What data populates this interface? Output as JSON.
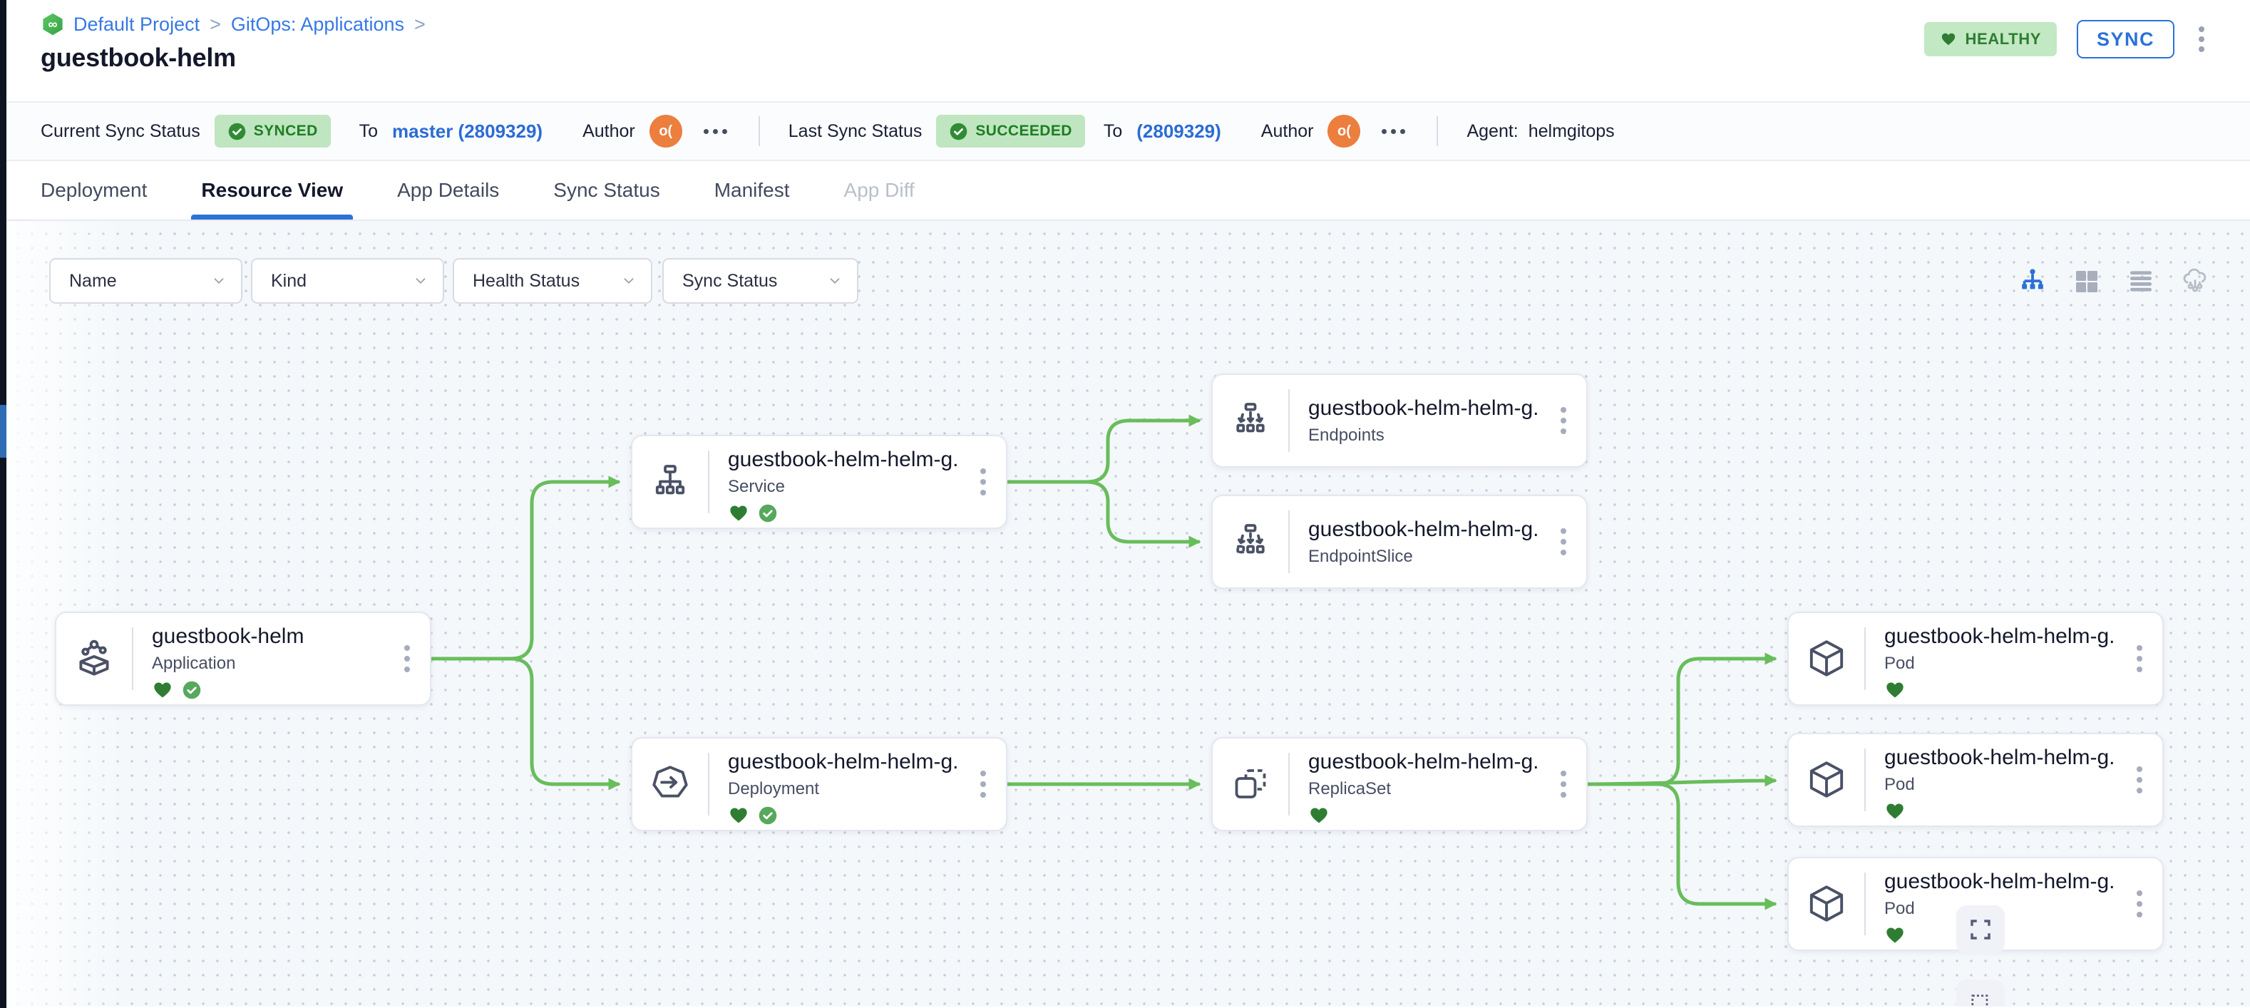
{
  "breadcrumb": {
    "project": "Default Project",
    "section": "GitOps: Applications",
    "separator": ">"
  },
  "page": {
    "title": "guestbook-helm"
  },
  "header": {
    "health_status": "HEALTHY",
    "sync_label": "SYNC"
  },
  "status_bar": {
    "current_label": "Current Sync Status",
    "current_value": "SYNCED",
    "to_label": "To",
    "current_revision": "master (2809329)",
    "author_label": "Author",
    "author_initials": "o(",
    "last_label": "Last Sync Status",
    "last_value": "SUCCEEDED",
    "last_revision": "(2809329)",
    "agent_label": "Agent:",
    "agent_value": "helmgitops"
  },
  "tabs": {
    "items": [
      {
        "label": "Deployment",
        "state": "normal"
      },
      {
        "label": "Resource View",
        "state": "active"
      },
      {
        "label": "App Details",
        "state": "normal"
      },
      {
        "label": "Sync Status",
        "state": "normal"
      },
      {
        "label": "Manifest",
        "state": "normal"
      },
      {
        "label": "App Diff",
        "state": "disabled"
      }
    ]
  },
  "filters": {
    "items": [
      {
        "label": "Name"
      },
      {
        "label": "Kind"
      },
      {
        "label": "Health Status"
      },
      {
        "label": "Sync Status"
      }
    ]
  },
  "view_modes": [
    "tree",
    "grid",
    "list",
    "cloud-map"
  ],
  "canvas": {
    "nodes": [
      {
        "title": "guestbook-helm",
        "kind": "Application",
        "healthy": true,
        "synced": true
      },
      {
        "title": "guestbook-helm-helm-g...",
        "kind": "Service",
        "healthy": true,
        "synced": true
      },
      {
        "title": "guestbook-helm-helm-g...",
        "kind": "Endpoints",
        "healthy": false,
        "synced": false
      },
      {
        "title": "guestbook-helm-helm-g...",
        "kind": "EndpointSlice",
        "healthy": false,
        "synced": false
      },
      {
        "title": "guestbook-helm-helm-g...",
        "kind": "Deployment",
        "healthy": true,
        "synced": true
      },
      {
        "title": "guestbook-helm-helm-g...",
        "kind": "ReplicaSet",
        "healthy": true,
        "synced": false
      },
      {
        "title": "guestbook-helm-helm-g...",
        "kind": "Pod",
        "healthy": true,
        "synced": false
      },
      {
        "title": "guestbook-helm-helm-g...",
        "kind": "Pod",
        "healthy": true,
        "synced": false
      },
      {
        "title": "guestbook-helm-helm-g...",
        "kind": "Pod",
        "healthy": true,
        "synced": false
      }
    ]
  },
  "colors": {
    "accent_blue": "#2b72d7",
    "healthy_green": "#2e7d32",
    "badge_green_bg": "#bfe6c0",
    "edge_green": "#69bd5b",
    "avatar_orange": "#ec7e3e",
    "canvas_bg": "#f4f8fb"
  }
}
